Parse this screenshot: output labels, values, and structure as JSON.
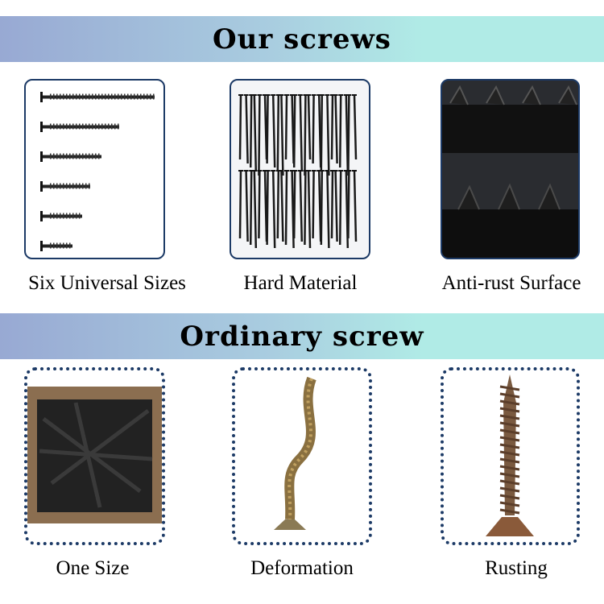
{
  "sections": {
    "ours": {
      "title": "Our screws",
      "features": [
        {
          "label": "Six Universal Sizes",
          "icon": "six-sizes-screws-image"
        },
        {
          "label": "Hard Material",
          "icon": "pile-of-screws-image"
        },
        {
          "label": "Anti-rust Surface",
          "icon": "screw-closeup-image"
        }
      ]
    },
    "ordinary": {
      "title": "Ordinary screw",
      "features": [
        {
          "label": "One Size",
          "icon": "box-of-screws-image"
        },
        {
          "label": "Deformation",
          "icon": "bent-screw-image"
        },
        {
          "label": "Rusting",
          "icon": "rusty-screw-image"
        }
      ]
    }
  },
  "colors": {
    "border": "#1c3a66",
    "band_start": "#98a9d3",
    "band_end": "#b0ebe6"
  }
}
